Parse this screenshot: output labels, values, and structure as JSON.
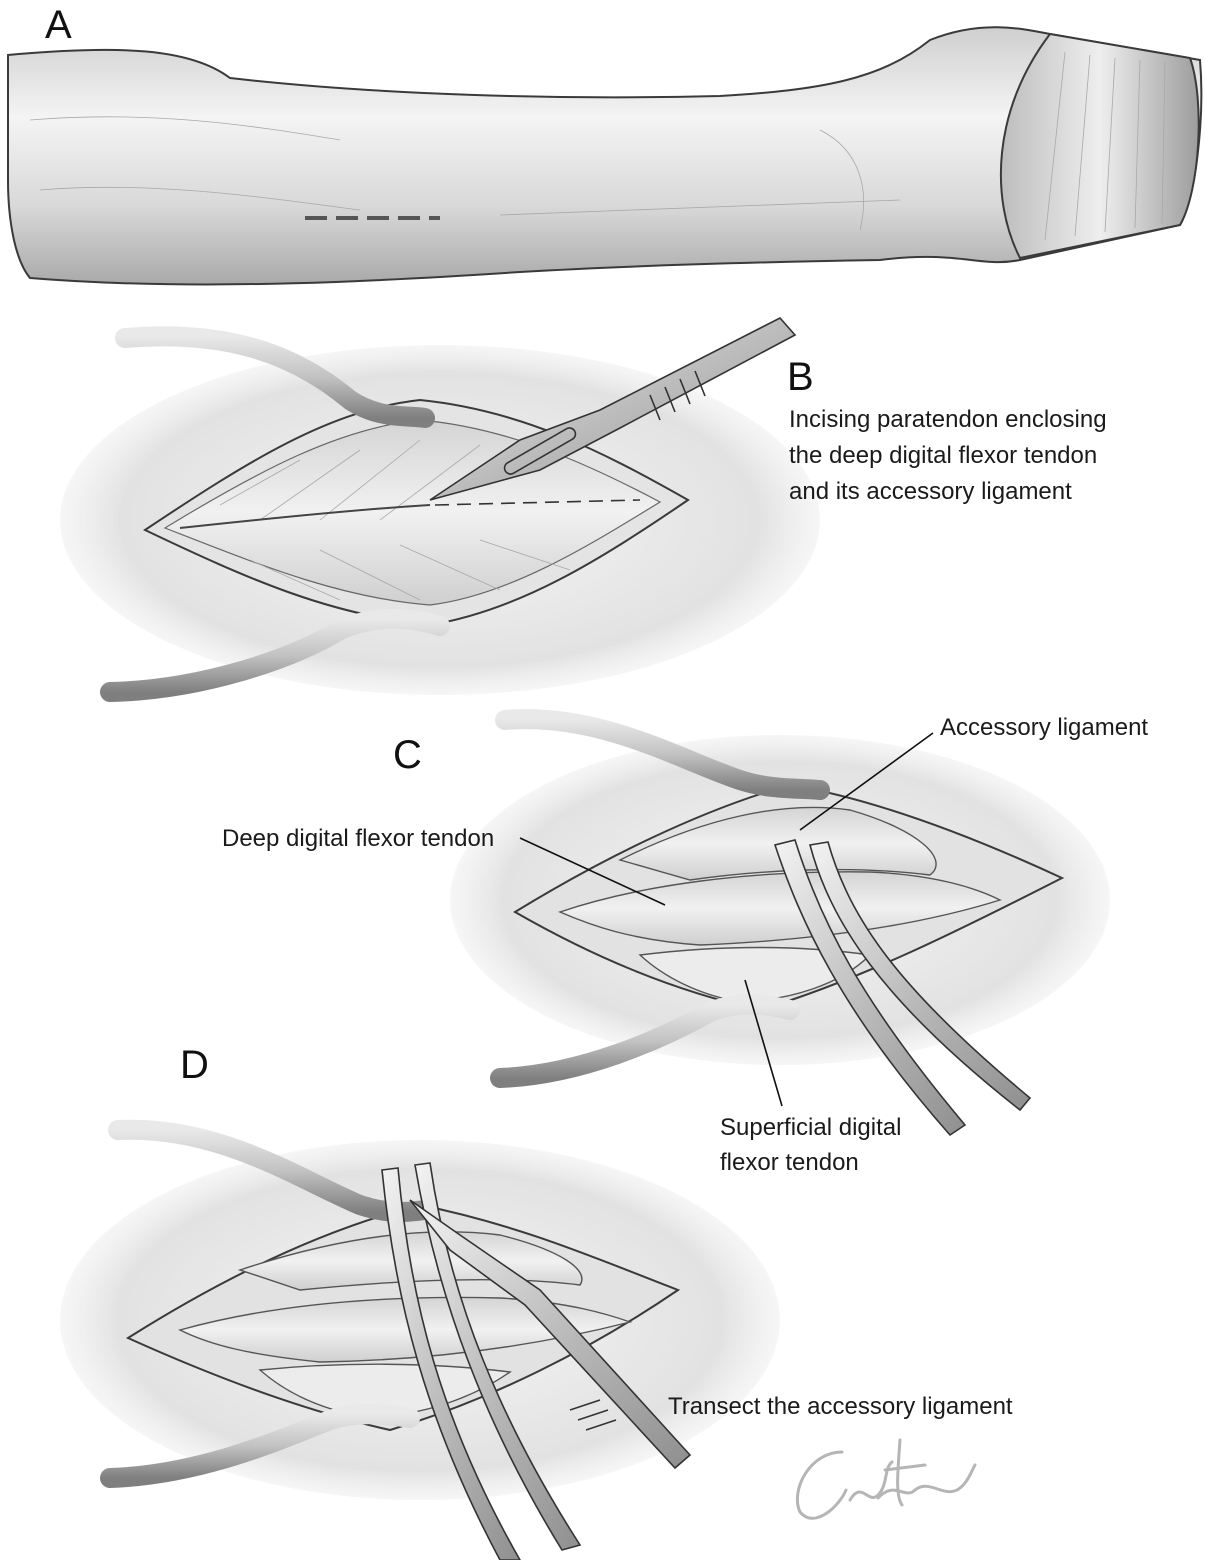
{
  "panels": {
    "a": {
      "letter": "A"
    },
    "b": {
      "letter": "B",
      "caption_lines": [
        "Incising paratendon enclosing",
        "the deep digital flexor tendon",
        "and its accessory ligament"
      ]
    },
    "c": {
      "letter": "C"
    },
    "d": {
      "letter": "D",
      "caption": "Transect the accessory ligament"
    }
  },
  "labels": {
    "accessory_ligament": "Accessory ligament",
    "deep_digital_flexor_tendon": "Deep digital flexor tendon",
    "superficial_line1": "Superficial digital",
    "superficial_line2": "flexor tendon"
  },
  "signature": "Carter",
  "colors": {
    "skin_light": "#f2f2f2",
    "skin_mid": "#d6d6d6",
    "skin_dark": "#9a9a9a",
    "tendon": "#e6e6e6",
    "instrument": "#c9c9c9",
    "outline": "#333333",
    "signature": "#b5b5b5"
  }
}
